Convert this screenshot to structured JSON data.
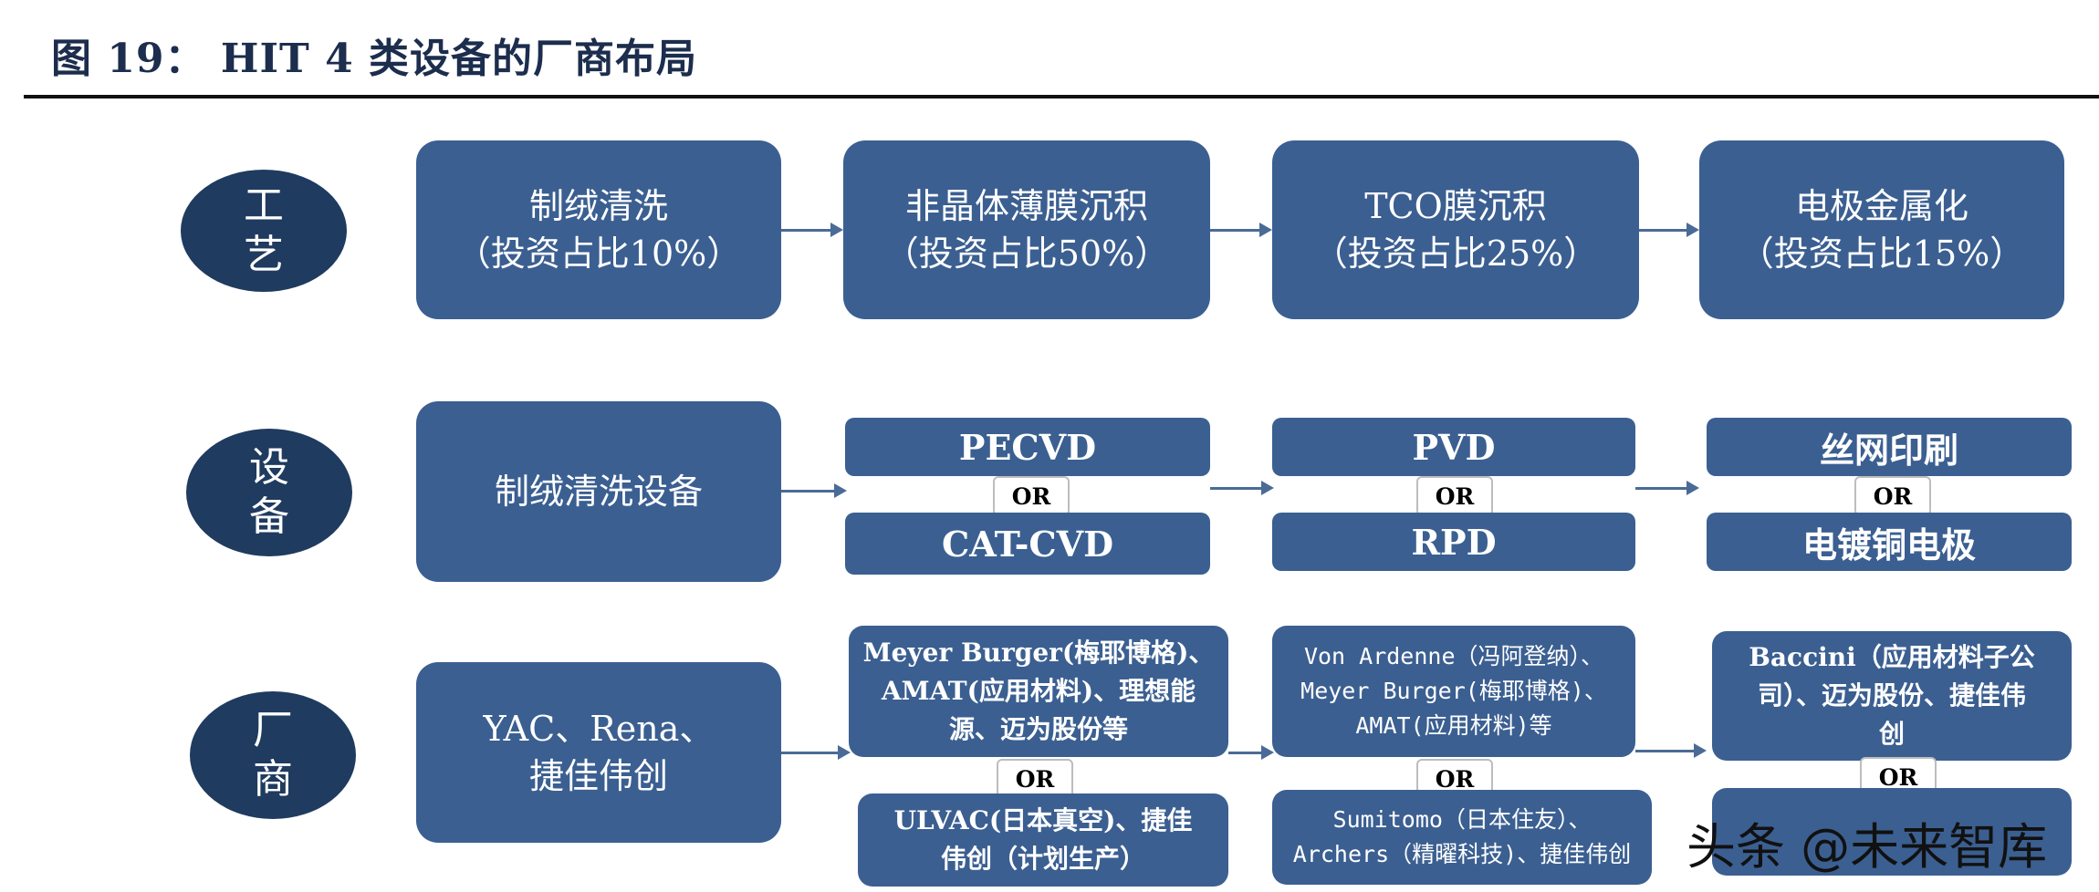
{
  "title": "图 19： HIT 4 类设备的厂商布局",
  "rows": {
    "process": [
      "工",
      "艺"
    ],
    "equipment": [
      "设",
      "备"
    ],
    "vendor": [
      "厂",
      "商"
    ]
  },
  "process_steps": [
    {
      "name": "制绒清洗",
      "share": "（投资占比10%）"
    },
    {
      "name": "非晶体薄膜沉积",
      "share": "（投资占比50%）"
    },
    {
      "name": "TCO膜沉积",
      "share": "（投资占比25%）"
    },
    {
      "name": "电极金属化",
      "share": "（投资占比15%）"
    }
  ],
  "equipment": {
    "col1": "制绒清洗设备",
    "col2": {
      "top": "PECVD",
      "bottom": "CAT-CVD"
    },
    "col3": {
      "top": "PVD",
      "bottom": "RPD"
    },
    "col4": {
      "top": "丝网印刷",
      "bottom": "电镀铜电极"
    }
  },
  "or_label": "OR",
  "vendors": {
    "col1": [
      "YAC、Rena、",
      "捷佳伟创"
    ],
    "col2_top": [
      "Meyer Burger(梅耶博格)、",
      "AMAT(应用材料)、理想能",
      "源、迈为股份等"
    ],
    "col2_bottom": [
      "ULVAC(日本真空)、捷佳",
      "伟创（计划生产）"
    ],
    "col3_top": [
      "Von Ardenne（冯阿登纳）、",
      "Meyer Burger(梅耶博格)、",
      "AMAT(应用材料)等"
    ],
    "col3_bottom": [
      "Sumitomo（日本住友）、",
      "Archers（精曜科技)、捷佳伟创"
    ],
    "col4_top": [
      "Baccini（应用材料子公",
      "司）、迈为股份、捷佳伟",
      "创"
    ]
  },
  "watermark": "头条 @未来智库",
  "colors": {
    "oval": "#1f3b5f",
    "box": "#3b5f91",
    "arrow": "#4a6b96"
  }
}
